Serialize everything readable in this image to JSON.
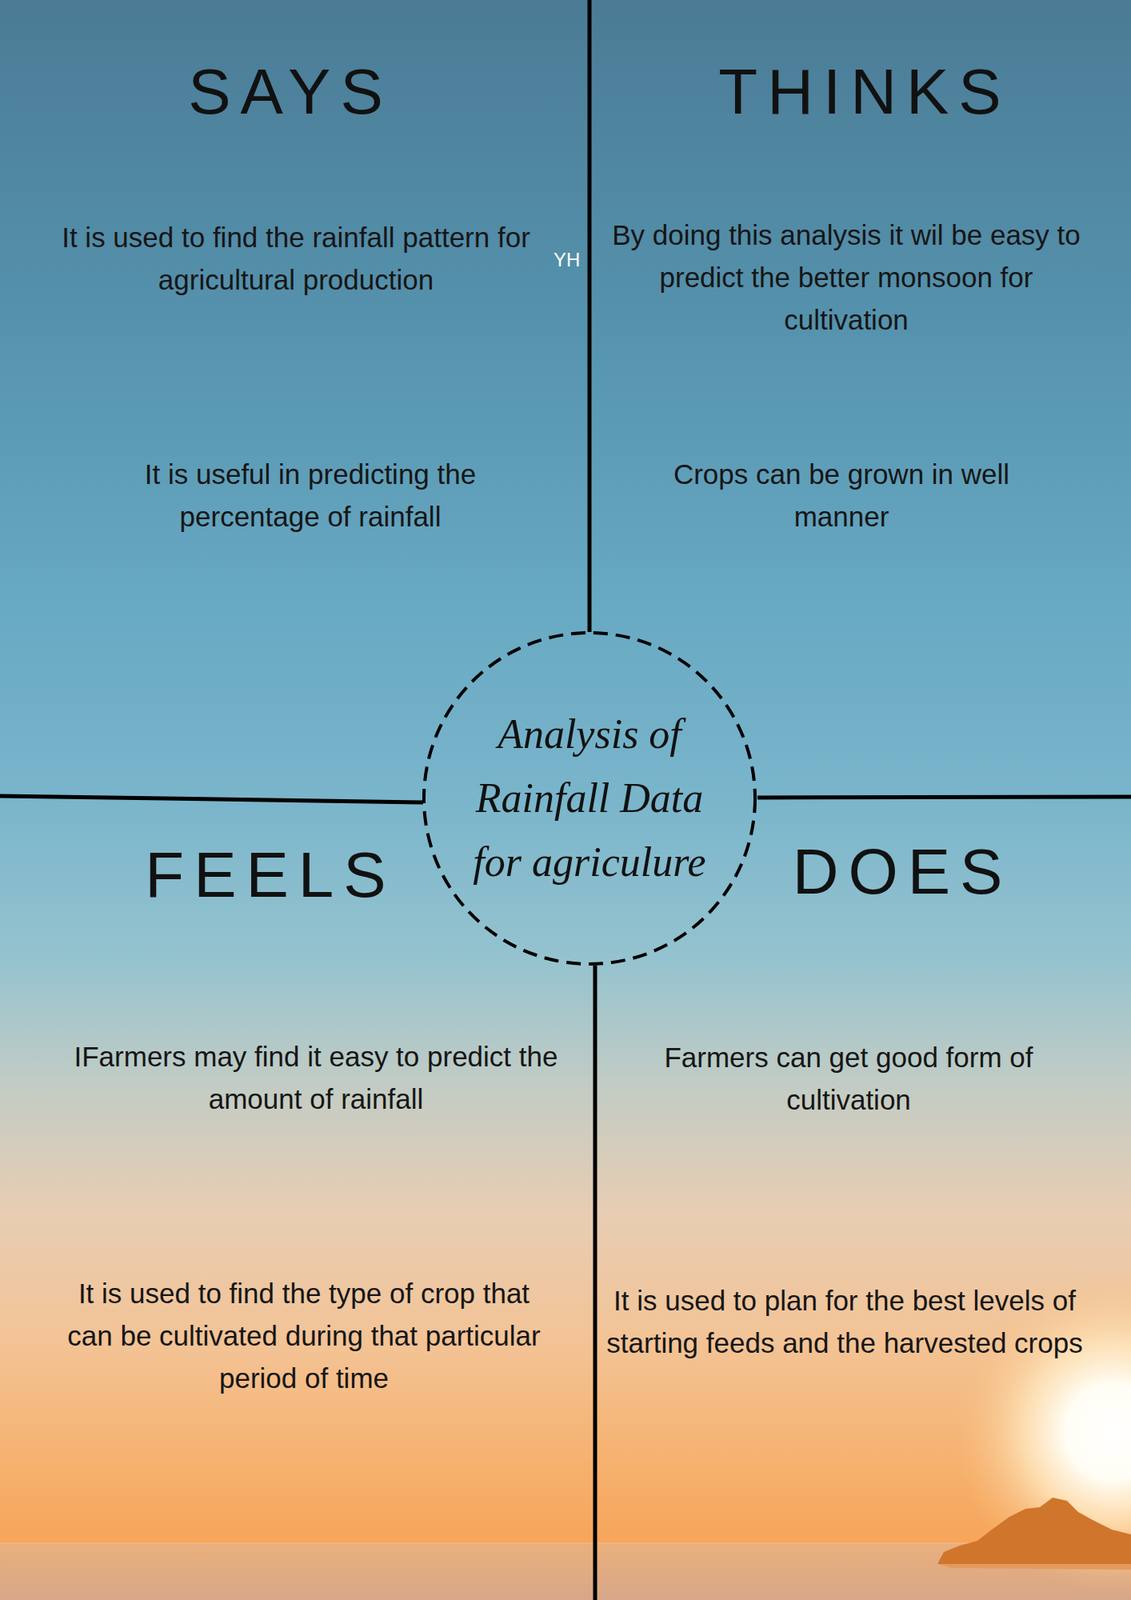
{
  "diagram": {
    "nodes": [
      {
        "text": [
          "SAYS",
          "It is used to find the rainfall pattern for agricultural production",
          "It is useful in predicting the percentage of rainfall"
        ]
      },
      {
        "text": [
          "THINKS",
          "By doing this analysis it wil be easy to predict the better monsoon for cultivation",
          "Crops can be grown in well manner"
        ]
      },
      {
        "text": [
          "Analysis of Rainfall Data for agriculure"
        ]
      },
      {
        "text": [
          "FEELS",
          "IFarmers may find it easy to predict the amount of rainfall",
          "It is used to find the type of crop that can be cultivated during that particular period of time"
        ]
      },
      {
        "text": [
          "DOES",
          "Farmers can get good form of cultivation",
          "It is used to plan for the best levels of starting feeds and the harvested crops"
        ]
      }
    ],
    "labels": [
      "YH"
    ]
  }
}
